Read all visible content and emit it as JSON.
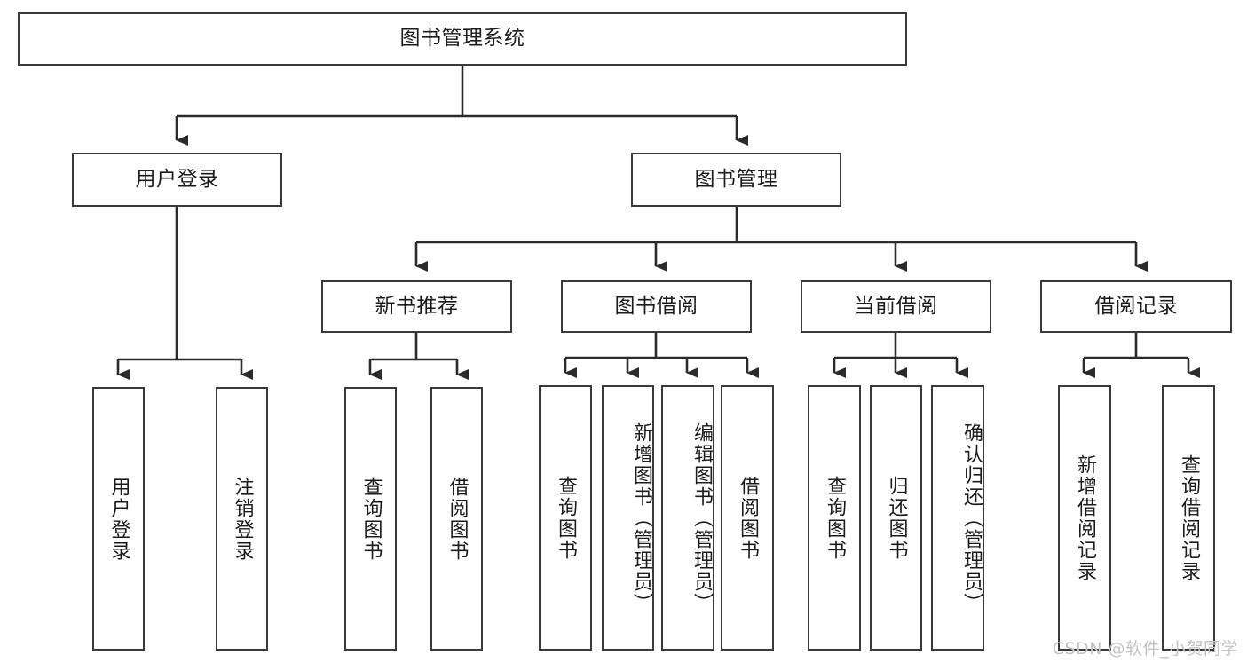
{
  "diagram": {
    "type": "tree",
    "title": "图书管理系统",
    "colors": {
      "box_border": "#3a3a3a",
      "box_fill": "#ffffff",
      "edge": "#2b2b2b",
      "text": "#1c1c1c",
      "watermark": "#c3c3c3",
      "canvas": "#ffffff"
    },
    "root": {
      "label": "图书管理系统"
    },
    "level2": [
      {
        "label": "用户登录"
      },
      {
        "label": "图书管理"
      }
    ],
    "level3": [
      {
        "label": "新书推荐"
      },
      {
        "label": "图书借阅"
      },
      {
        "label": "当前借阅"
      },
      {
        "label": "借阅记录"
      }
    ],
    "leaves": {
      "user_login": [
        {
          "label": "用户登录"
        },
        {
          "label": "注销登录"
        }
      ],
      "new_book_recommend": [
        {
          "label": "查询图书"
        },
        {
          "label": "借阅图书"
        }
      ],
      "book_borrow": [
        {
          "label": "查询图书"
        },
        {
          "label": "新增图书（管理员）"
        },
        {
          "label": "编辑图书（管理员）"
        },
        {
          "label": "借阅图书"
        }
      ],
      "current_borrow": [
        {
          "label": "查询图书"
        },
        {
          "label": "归还图书"
        },
        {
          "label": "确认归还（管理员）"
        }
      ],
      "borrow_record": [
        {
          "label": "新增借阅记录"
        },
        {
          "label": "查询借阅记录"
        }
      ]
    },
    "watermark": "CSDN @软件_小贺同学"
  }
}
